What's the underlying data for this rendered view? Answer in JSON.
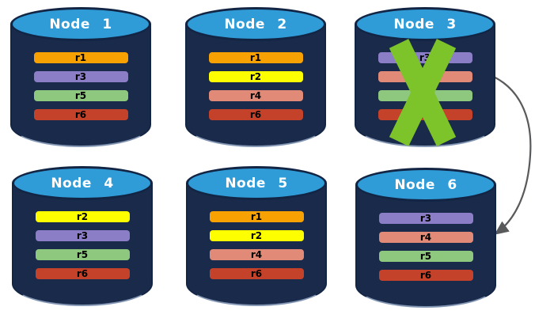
{
  "diagram": {
    "nodes": [
      {
        "title": "Node 1",
        "replicas": [
          "r1",
          "r3",
          "r5",
          "r6"
        ],
        "failed": false
      },
      {
        "title": "Node 2",
        "replicas": [
          "r1",
          "r2",
          "r4",
          "r6"
        ],
        "failed": false
      },
      {
        "title": "Node 3",
        "replicas": [
          "r3",
          "r4",
          "r5",
          "r6"
        ],
        "failed": true
      },
      {
        "title": "Node 4",
        "replicas": [
          "r2",
          "r3",
          "r5",
          "r6"
        ],
        "failed": false
      },
      {
        "title": "Node 5",
        "replicas": [
          "r1",
          "r2",
          "r4",
          "r6"
        ],
        "failed": false
      },
      {
        "title": "Node 6",
        "replicas": [
          "r3",
          "r4",
          "r5",
          "r6"
        ],
        "failed": false
      }
    ],
    "arrow": {
      "from_node": "Node 3",
      "to_node": "Node 6"
    },
    "colors": {
      "cylinder_body": "#1a2a4a",
      "cylinder_border": "#122544",
      "cylinder_bottom_rim": "#8296b3",
      "cylinder_top": "#2f9cd8",
      "title_text": "#ffffff",
      "bar_text": "#000000",
      "failure_x": "#7dc32a",
      "arrow": "#595a5c",
      "replicas": {
        "r1": "#f8a102",
        "r2": "#fdff00",
        "r3": "#8b7ec7",
        "r4": "#e08a77",
        "r5": "#8ec87e",
        "r6": "#c4422a"
      }
    }
  }
}
